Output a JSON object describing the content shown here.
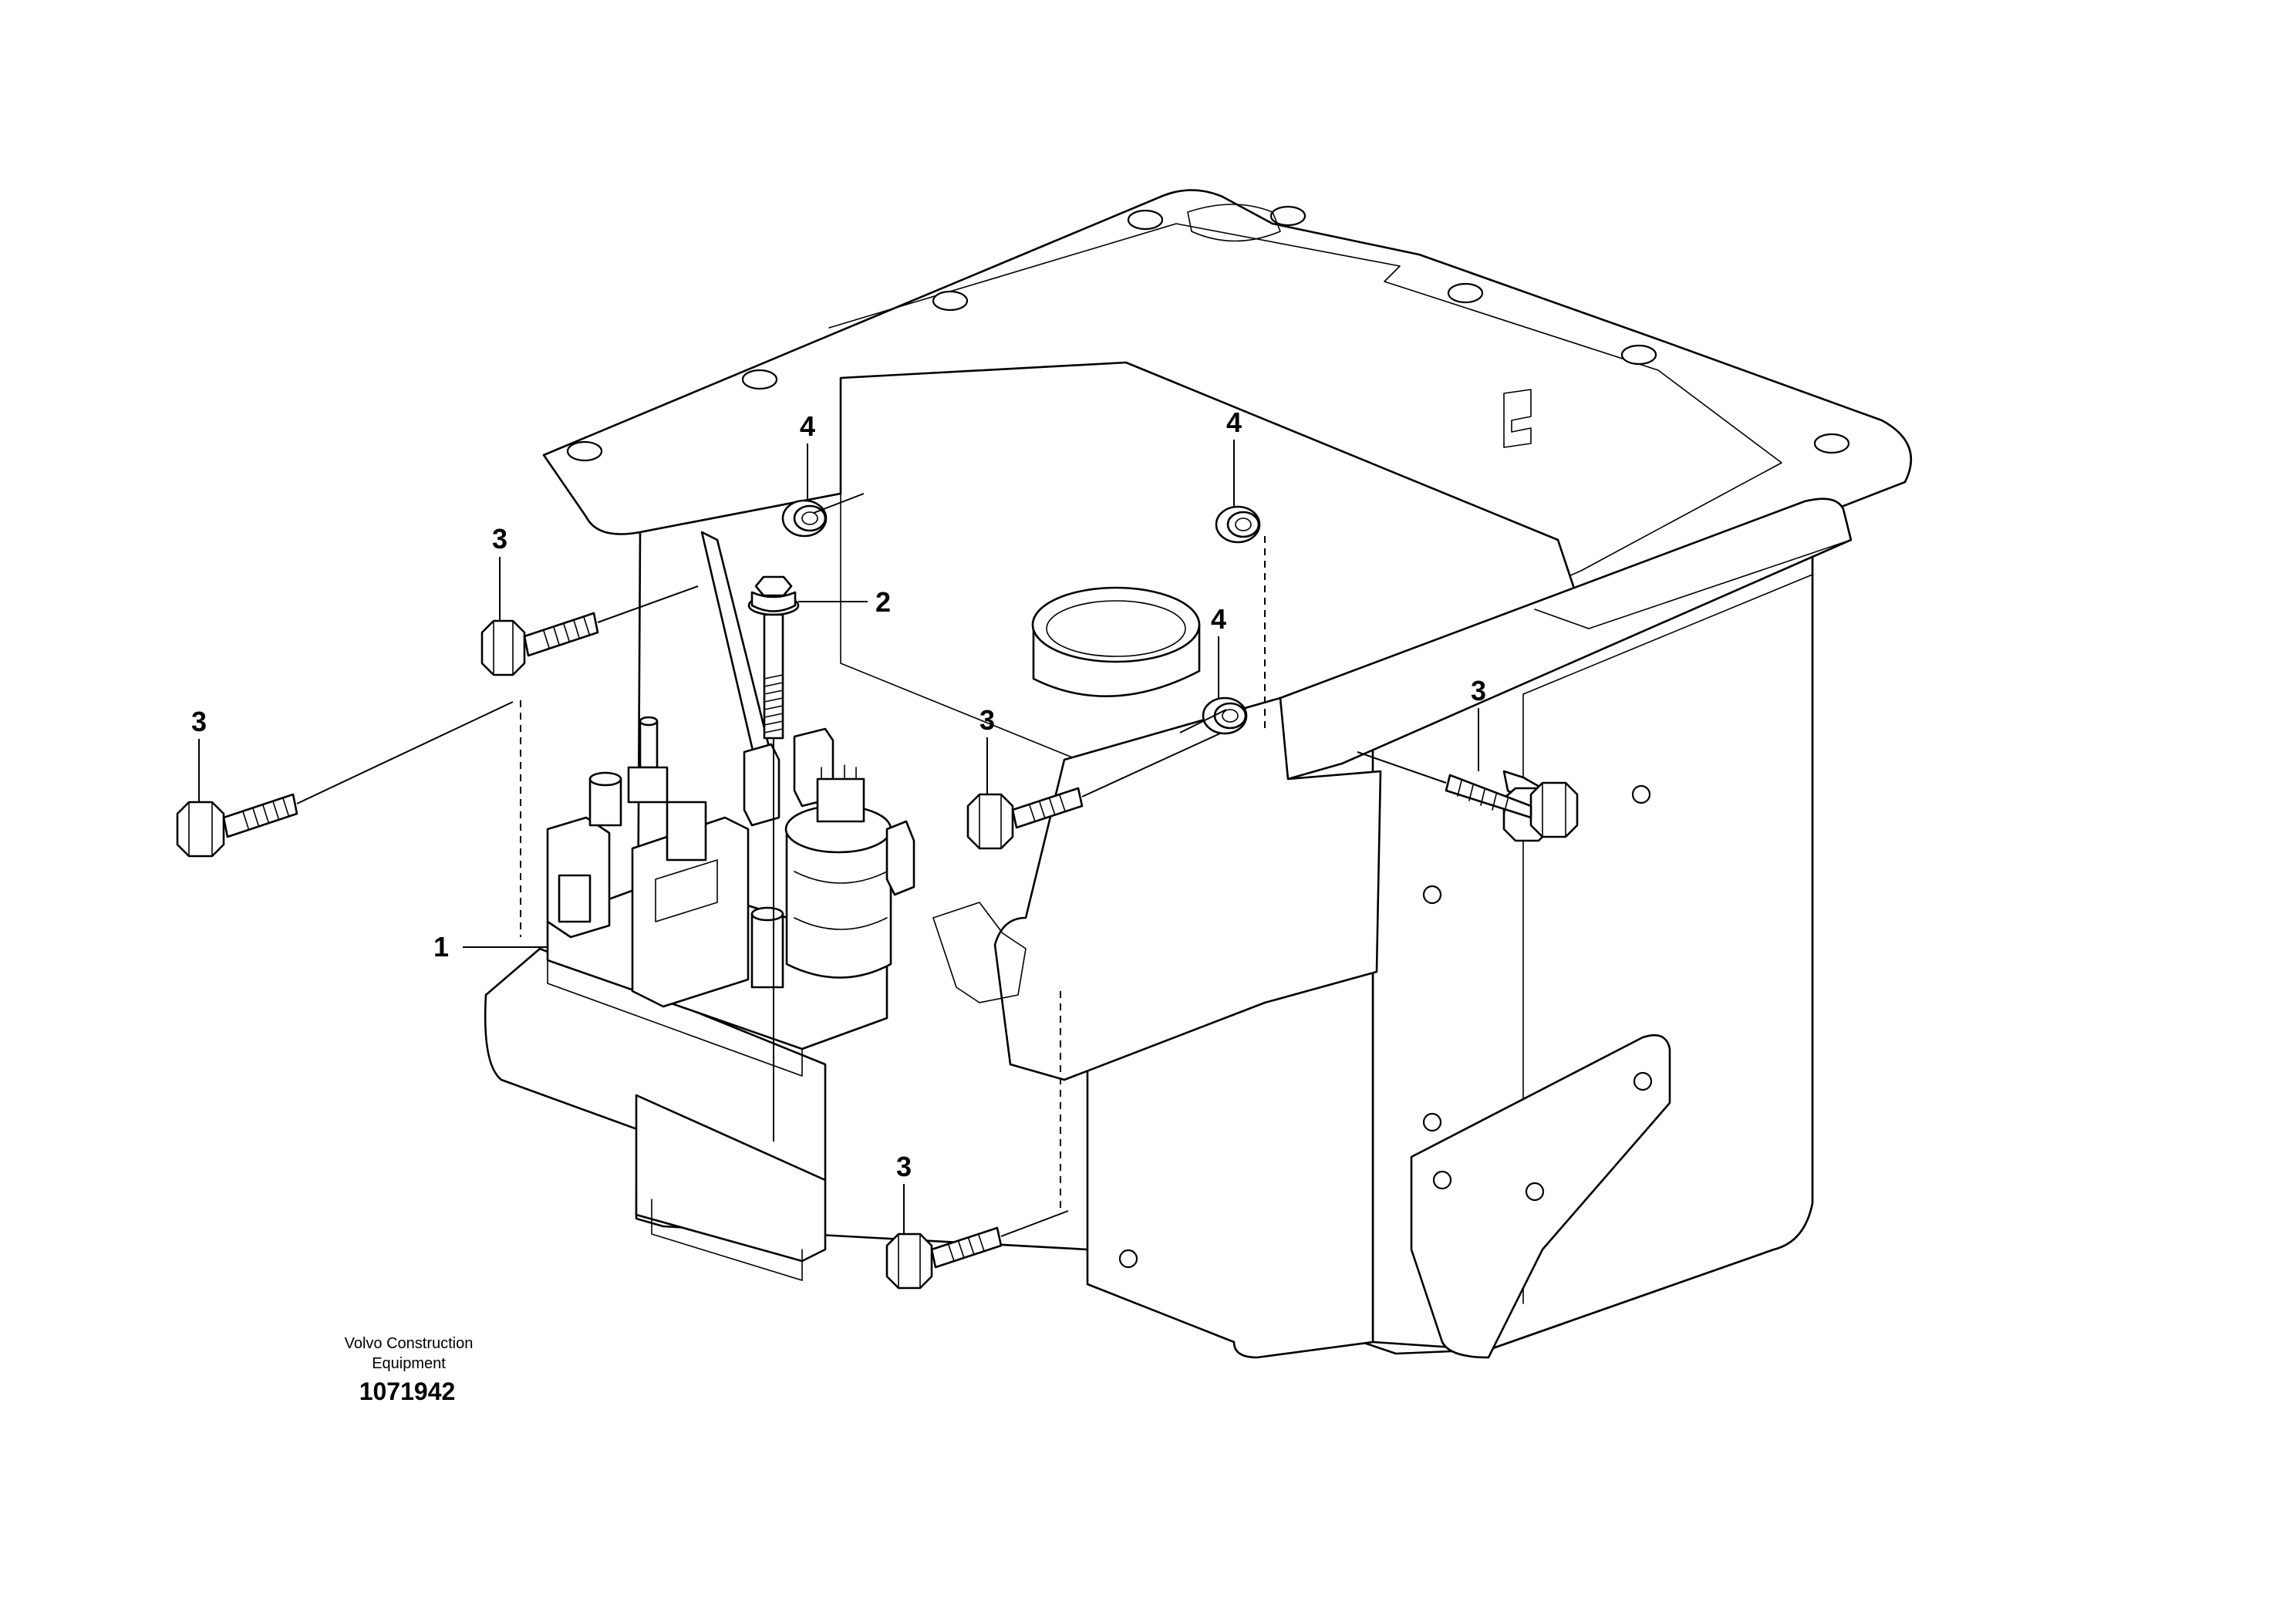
{
  "diagram": {
    "callouts": {
      "c1": "1",
      "c2": "2",
      "c3a": "3",
      "c3b": "3",
      "c3c": "3",
      "c3d": "3",
      "c3e": "3",
      "c4a": "4",
      "c4b": "4",
      "c4c": "4"
    },
    "credit": {
      "line1": "Volvo Construction",
      "line2": "Equipment",
      "code": "1071942"
    }
  }
}
